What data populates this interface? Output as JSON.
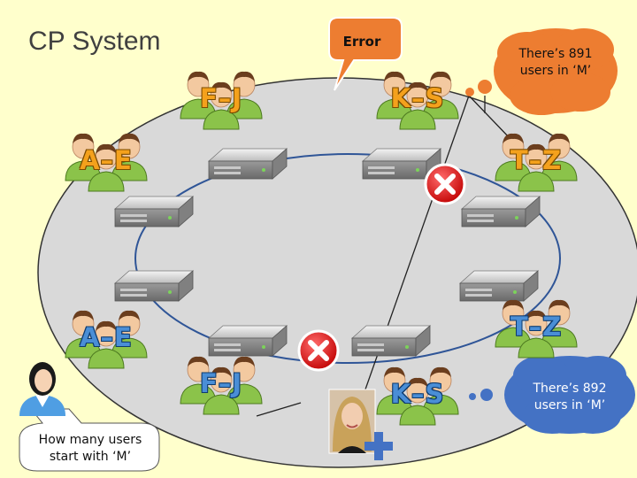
{
  "title": "CP System",
  "bubbles": {
    "error": "Error",
    "reply_891": "There’s 891 users in ‘M’",
    "reply_892": "There’s 892 users in ‘M’",
    "question": "How many users start with ‘M’"
  },
  "ranges": {
    "fj_top": "F–J",
    "ks_top": "K–S",
    "ae_top": "A–E",
    "tz_top": "T–Z",
    "ae_bottom": "A–E",
    "tz_bottom": "T–Z",
    "fj_bottom": "F–J",
    "ks_bottom": "K–S"
  },
  "colors": {
    "background": "#ffffcc",
    "ring_fill": "#d9d9d9",
    "ring_line": "#2f5597",
    "orange_bubble": "#ed7d31",
    "blue_bubble": "#4472c4",
    "error_red": "#e02020",
    "label_orange": "#f4a11c",
    "label_blue": "#4a8ed6",
    "plus_blue": "#4472c4"
  },
  "icons": [
    "server-icon",
    "user-group-icon",
    "error-x-icon",
    "user-icon",
    "photo-user-icon",
    "plus-icon"
  ]
}
